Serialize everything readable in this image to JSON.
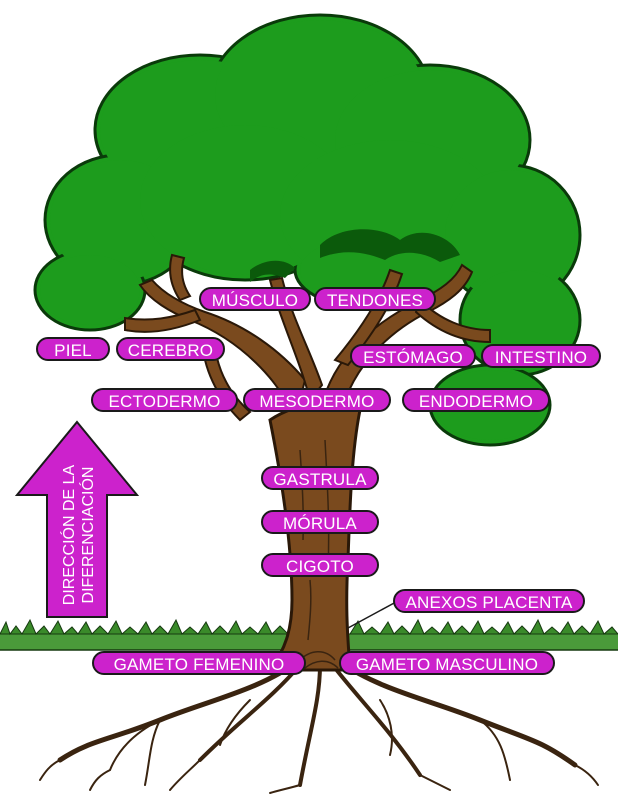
{
  "colors": {
    "label_fill": "#cc22cc",
    "canopy": "#1d9c1d",
    "canopy_dark": "#0a4a0a",
    "trunk": "#7a4a1e",
    "roots": "#6a3d17",
    "grass": "#3a8a2a",
    "arrow": "#cc22cc"
  },
  "labels": {
    "musculo": "MÚSCULO",
    "tendones": "TENDONES",
    "piel": "PIEL",
    "cerebro": "CEREBRO",
    "estomago": "ESTÓMAGO",
    "intestino": "INTESTINO",
    "ectodermo": "ECTODERMO",
    "mesodermo": "MESODERMO",
    "endodermo": "ENDODERMO",
    "gastrula": "GASTRULA",
    "morula": "MÓRULA",
    "cigoto": "CIGOTO",
    "anexos_placenta": "ANEXOS PLACENTA",
    "gameto_femenino": "GAMETO FEMENINO",
    "gameto_masculino": "GAMETO MASCULINO"
  },
  "arrow": {
    "line1": "DIRECCIÓN DE LA",
    "line2": "DIFERENCIACIÓN",
    "icon": "up-arrow-icon"
  }
}
